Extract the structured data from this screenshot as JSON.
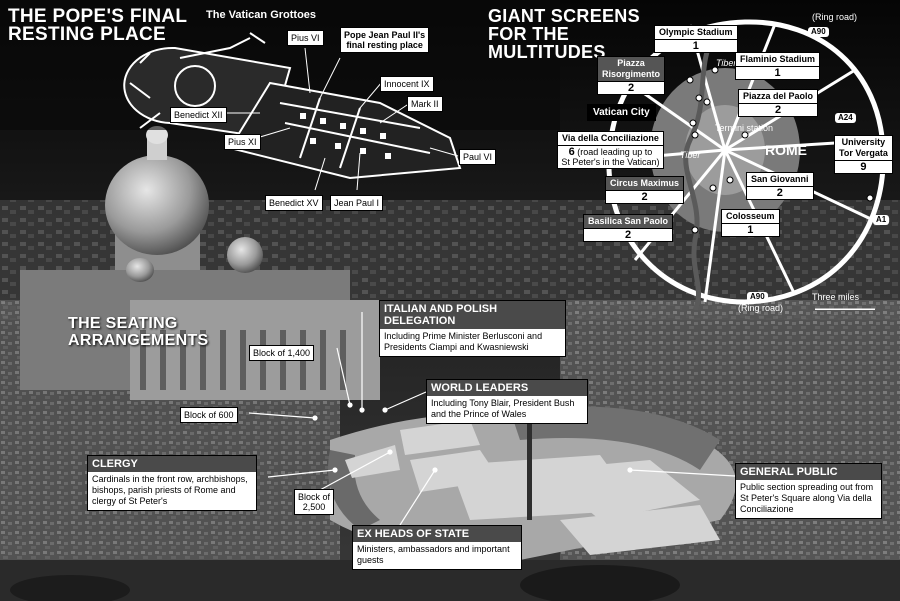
{
  "title": {
    "line1": "THE POPE'S FINAL",
    "line2": "RESTING PLACE"
  },
  "grottoes": {
    "heading": "The Vatican Grottoes",
    "labels": {
      "pius_vi": "Pius VI",
      "jp2_line1": "Pope Jean Paul II's",
      "jp2_line2": "final resting place",
      "innocent_ix": "Innocent IX",
      "mark_ii": "Mark II",
      "benedict_xii": "Benedict XII",
      "pius_xi": "Pius XI",
      "paul_vi": "Paul VI",
      "benedict_xv": "Benedict XV",
      "jean_paul_i": "Jean Paul I"
    }
  },
  "screens": {
    "title_line1": "GIANT SCREENS",
    "title_line2": "FOR THE",
    "title_line3": "MULTITUDES",
    "ring_road_top": "(Ring road)",
    "ring_road_bottom": "(Ring road)",
    "a90_top": "A90",
    "a90_bottom": "A90",
    "a24": "A24",
    "a1": "A1",
    "tiber_top": "Tiber",
    "tiber_mid": "Tiber",
    "termini": "Termini station",
    "rome": "ROME",
    "scale": "Three miles",
    "locations": {
      "olympic": {
        "name": "Olympic Stadium",
        "count": "1"
      },
      "flaminio": {
        "name": "Flaminio Stadium",
        "count": "1"
      },
      "risorgimento": {
        "name1": "Piazza",
        "name2": "Risorgimento",
        "count": "2"
      },
      "popolo": {
        "name": "Piazza del Paolo",
        "count": "2"
      },
      "vatican": {
        "name": "Vatican City"
      },
      "conciliazione": {
        "name": "Via della Conciliazione",
        "count": "6",
        "note1": "(road leading up to",
        "note2": "St Peter's in the Vatican)"
      },
      "tor_vergata": {
        "name1": "University",
        "name2": "Tor Vergata",
        "count": "9"
      },
      "circus": {
        "name": "Circus Maximus",
        "count": "2"
      },
      "giovanni": {
        "name": "San Giovanni",
        "count": "2"
      },
      "basilica": {
        "name": "Basilica San Paolo",
        "count": "2"
      },
      "colosseum": {
        "name": "Colosseum",
        "count": "1"
      }
    }
  },
  "seating": {
    "heading_line1": "THE SEATING",
    "heading_line2": "ARRANGEMENTS",
    "block_1400": "Block of 1,400",
    "block_600": "Block of 600",
    "block_2500_line1": "Block of",
    "block_2500_line2": "2,500",
    "italian": {
      "head1": "ITALIAN  AND POLISH",
      "head2": "DELEGATION",
      "body": "Including Prime Minister Berlusconi and Presidents Ciampi and Kwasniewski"
    },
    "world": {
      "head": "WORLD LEADERS",
      "body": "Including Tony Blair, President Bush and the Prince of Wales"
    },
    "clergy": {
      "head": "CLERGY",
      "body": "Cardinals in the front row, archbishops, bishops, parish priests of Rome and clergy of St Peter's"
    },
    "ex_heads": {
      "head": "EX HEADS OF STATE",
      "body": "Ministers, ambassadors and important guests"
    },
    "general": {
      "head": "GENERAL PUBLIC",
      "body": "Public section spreading out from St Peter's Square along Via della Conciliazione"
    }
  }
}
